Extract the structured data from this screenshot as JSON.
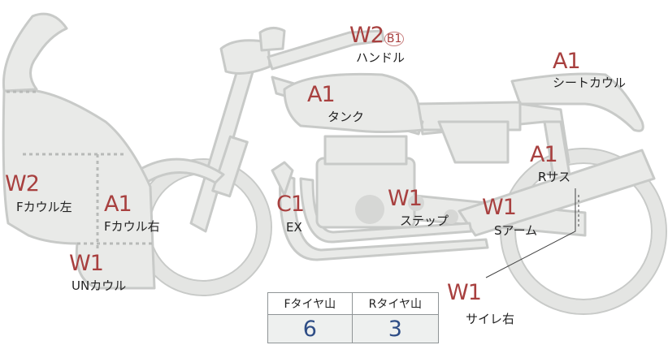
{
  "parts": {
    "handle": {
      "grade": "W2",
      "sub": "B1",
      "name": "ハンドル"
    },
    "seatcowl": {
      "grade": "A1",
      "name": "シートカウル"
    },
    "tank": {
      "grade": "A1",
      "name": "タンク"
    },
    "rsus": {
      "grade": "A1",
      "name": "Rサス"
    },
    "fcowl_l": {
      "grade": "W2",
      "name": "Fカウル左"
    },
    "fcowl_r": {
      "grade": "A1",
      "name": "Fカウル右"
    },
    "ex": {
      "grade": "C1",
      "name": "EX"
    },
    "step": {
      "grade": "W1",
      "name": "ステップ"
    },
    "sarm": {
      "grade": "W1",
      "name": "Sアーム"
    },
    "uncowl": {
      "grade": "W1",
      "name": "UNカウル"
    },
    "sidecover": {
      "grade": "W1",
      "name": "サイレ右"
    }
  },
  "tread": {
    "front_label": "Fタイヤ山",
    "rear_label": "Rタイヤ山",
    "front_value": "6",
    "rear_value": "3"
  },
  "colors": {
    "part_fill": "#e9eae8",
    "part_stroke": "#c8cac8",
    "grade_color": "#a8403f",
    "tread_value_color": "#2e4d86"
  }
}
